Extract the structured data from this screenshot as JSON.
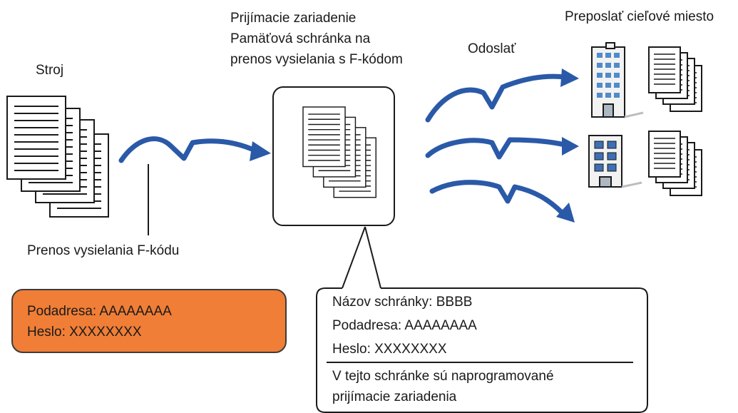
{
  "labels": {
    "machine": "Stroj",
    "receiver_line1": "Prijímacie zariadenie",
    "receiver_line2": "Pamäťová schránka na",
    "receiver_line3": "prenos vysielania s F-kódom",
    "send": "Odoslať",
    "forward_dest": "Preposlať cieľové miesto",
    "fcode_transmission": "Prenos vysielania F-kódu"
  },
  "sender_box": {
    "subaddress": "Podadresa: AAAAAAAA",
    "password": "Heslo: XXXXXXXX"
  },
  "callout": {
    "box_name": "Názov schránky: BBBB",
    "subaddress": "Podadresa: AAAAAAAA",
    "password": "Heslo: XXXXXXXX",
    "note_line1": "V tejto schránke sú naprogramované",
    "note_line2": "prijímacie zariadenia"
  },
  "colors": {
    "arrow": "#2a59a8",
    "sender_box": "#f07e36",
    "window": "#4f8cc9",
    "building_window": "#3d6fb6"
  },
  "icons": [
    "document-stack-icon",
    "building-icon",
    "curved-arrow-icon"
  ]
}
